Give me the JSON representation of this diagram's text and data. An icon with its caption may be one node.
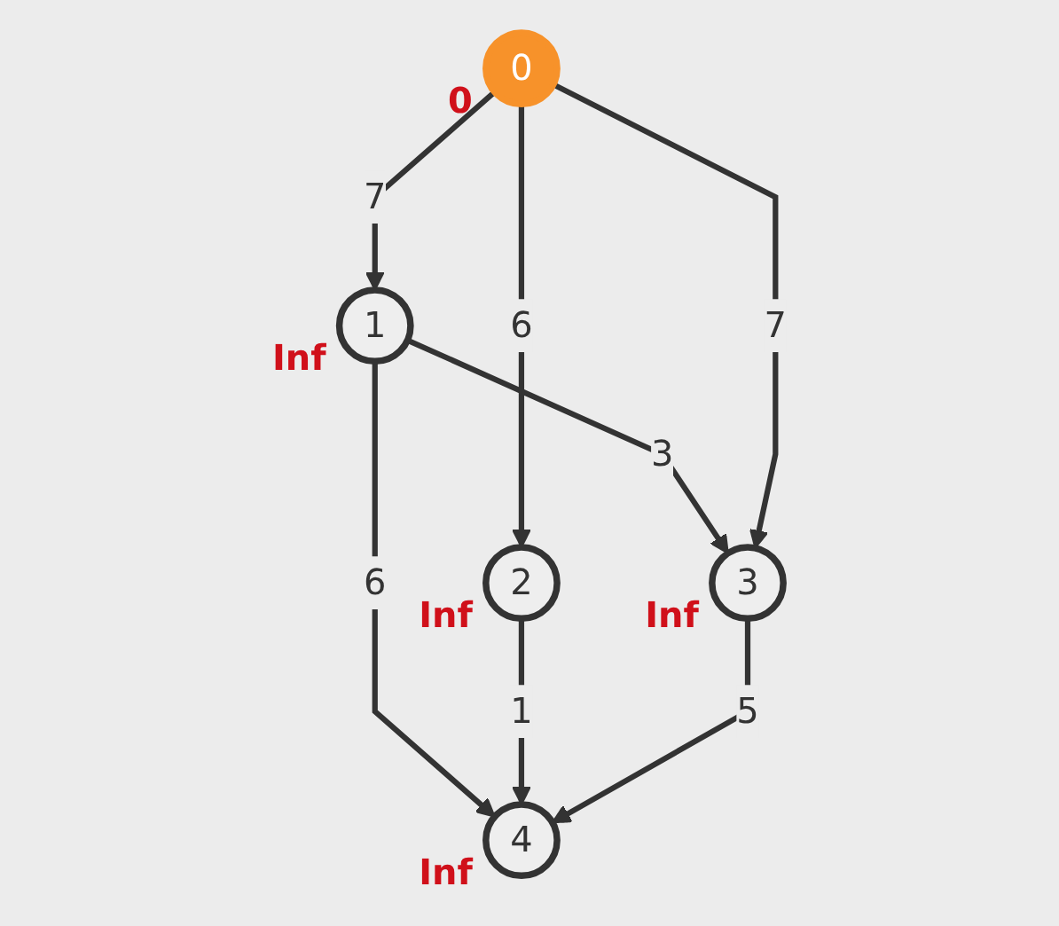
{
  "diagram": {
    "nodes": [
      {
        "text": [
          "1"
        ],
        "beside": [
          "Inf"
        ]
      },
      {
        "text": [
          "3"
        ],
        "beside": [
          "Inf"
        ]
      },
      {
        "text": [
          "0"
        ],
        "beside": [
          "0"
        ]
      },
      {
        "text": [
          "2"
        ],
        "beside": [
          "Inf"
        ]
      },
      {
        "text": [
          "4"
        ],
        "beside": [
          "Inf"
        ]
      }
    ],
    "edges": [
      {
        "from": 0,
        "to": 1,
        "arrow": "to",
        "label": "3"
      },
      {
        "from": 2,
        "to": 0,
        "arrow": "to",
        "label": "7"
      },
      {
        "from": 2,
        "to": 1,
        "arrow": "to",
        "label": "7"
      },
      {
        "from": 2,
        "to": 3,
        "arrow": "to",
        "label": "6"
      },
      {
        "from": 0,
        "to": 4,
        "arrow": "to",
        "label": "6"
      },
      {
        "from": 3,
        "to": 4,
        "arrow": "to",
        "label": "1"
      },
      {
        "from": 1,
        "to": 4,
        "arrow": "to",
        "label": "5"
      }
    ]
  }
}
